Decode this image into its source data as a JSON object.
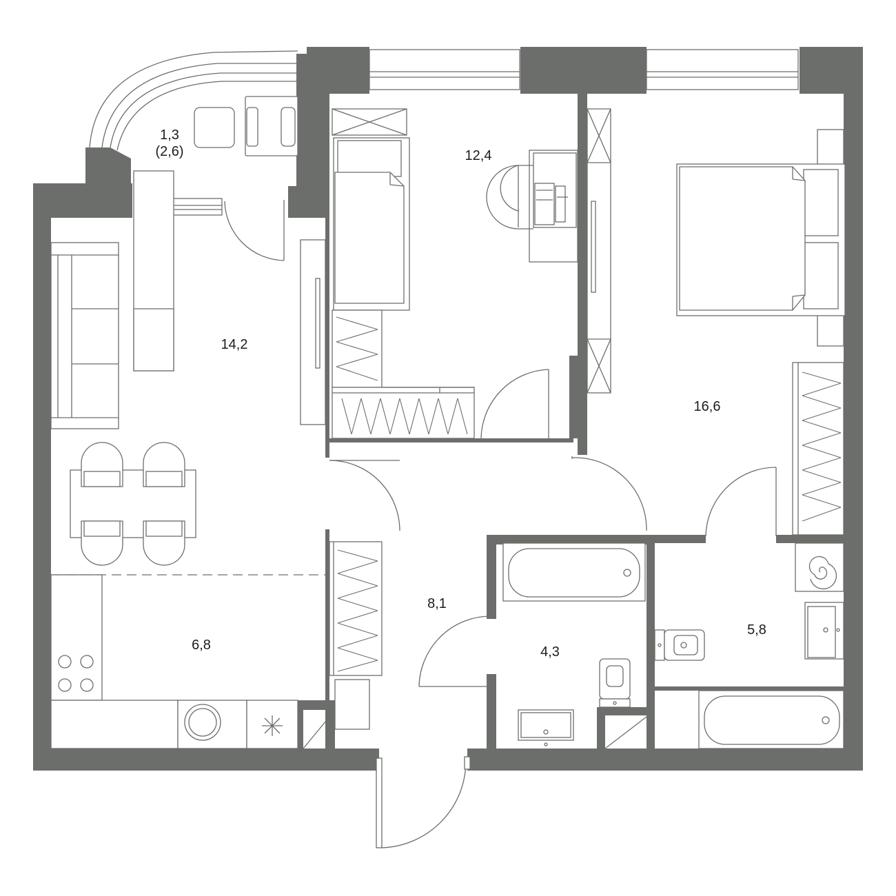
{
  "rooms": [
    {
      "id": "balcony",
      "area": "1,3",
      "area_secondary": "(2,6)"
    },
    {
      "id": "bedroom-small",
      "area": "12,4"
    },
    {
      "id": "living",
      "area": "14,2"
    },
    {
      "id": "bedroom-master",
      "area": "16,6"
    },
    {
      "id": "hallway",
      "area": "8,1"
    },
    {
      "id": "kitchen",
      "area": "6,8"
    },
    {
      "id": "bathroom-1",
      "area": "4,3"
    },
    {
      "id": "bathroom-2",
      "area": "5,8"
    }
  ],
  "colors": {
    "wall": "#6c6e6b",
    "line": "#6c6e6b",
    "background": "#ffffff",
    "text": "#1c1c1c"
  }
}
